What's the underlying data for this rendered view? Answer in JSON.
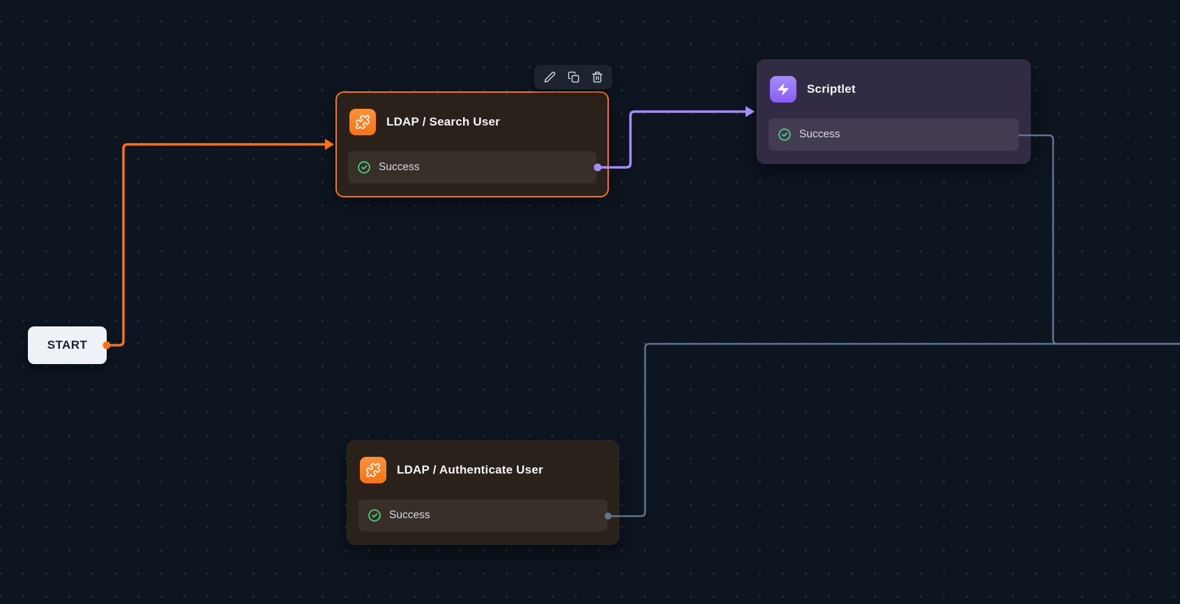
{
  "app": {
    "view": "workflow-editor-canvas"
  },
  "colors": {
    "canvas_bg": "#0d1520",
    "grid_dot": "#202c3a",
    "orange": "#f97316",
    "purple": "#a78bfa",
    "purple_icon_bg": "#8b5cf6",
    "gray": "#64748b",
    "green": "#4ade80",
    "start_bg": "#eef1f5"
  },
  "start": {
    "label": "START"
  },
  "toolbar": {
    "buttons": [
      {
        "action": "edit",
        "icon": "pencil-icon"
      },
      {
        "action": "duplicate",
        "icon": "copy-icon"
      },
      {
        "action": "delete",
        "icon": "trash-icon"
      }
    ]
  },
  "nodes": [
    {
      "title": "LDAP / Search User",
      "icon": "puzzle-icon",
      "accent": "#f97316",
      "selected": true,
      "outputs": [
        {
          "label": "Success",
          "status_icon": "check-circle-icon"
        }
      ]
    },
    {
      "title": "Scriptlet",
      "icon": "lightning-icon",
      "accent": "#8b5cf6",
      "selected": false,
      "outputs": [
        {
          "label": "Success",
          "status_icon": "check-circle-icon"
        }
      ]
    },
    {
      "title": "LDAP / Authenticate User",
      "icon": "puzzle-icon",
      "accent": "#f97316",
      "selected": false,
      "outputs": [
        {
          "label": "Success",
          "status_icon": "check-circle-icon"
        }
      ]
    }
  ],
  "edges": [
    {
      "from": "start",
      "to": "LDAP / Search User",
      "color_key": "orange"
    },
    {
      "from": "LDAP / Search User / Success",
      "to": "Scriptlet",
      "color_key": "purple"
    },
    {
      "from": "Scriptlet / Success",
      "to": "offscreen-right",
      "color_key": "gray"
    },
    {
      "from": "LDAP / Authenticate User / Success",
      "to": "offscreen-right",
      "color_key": "gray"
    }
  ]
}
